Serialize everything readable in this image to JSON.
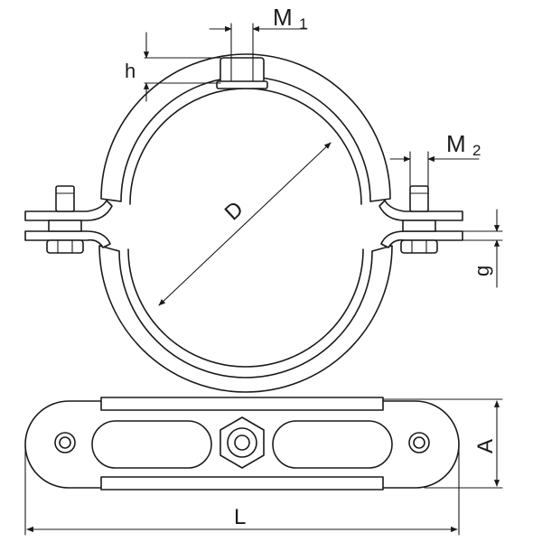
{
  "labels": {
    "m1": "M",
    "m1_sub": "1",
    "h": "h",
    "m2": "M",
    "m2_sub": "2",
    "d": "D",
    "g": "g",
    "a": "A",
    "l": "L"
  }
}
